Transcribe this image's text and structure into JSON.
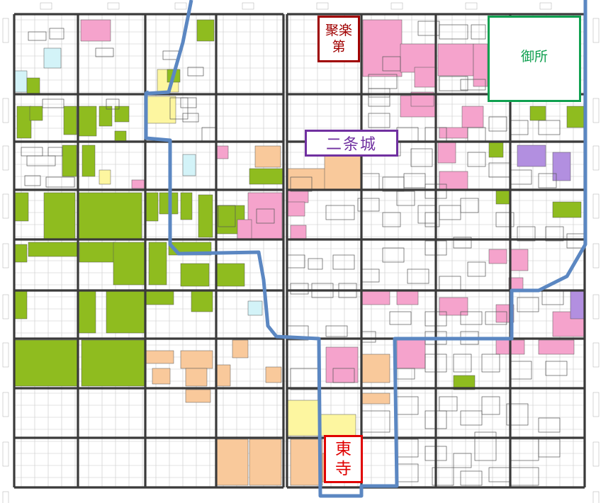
{
  "map": {
    "labels": {
      "jurakudai": "聚楽\n第",
      "gosho": "御所",
      "nijojo": "二条城",
      "toji": "東\n寺"
    },
    "colors": {
      "background": "#ffffff",
      "street": "#3a3a3a",
      "lane": "#c8c8c8",
      "boundary": "#5b87c2",
      "cultivated_field": "#8fbc1f",
      "temple_shrine": "#f5a3cc",
      "residence": "#f9c99b",
      "official": "#fdf6a0",
      "water": "#d3f3f8",
      "other_land": "#b28fe0",
      "jurakudai": "#a00000",
      "gosho": "#10a050",
      "nijojo": "#7030a0",
      "toji": "#e00000"
    }
  }
}
